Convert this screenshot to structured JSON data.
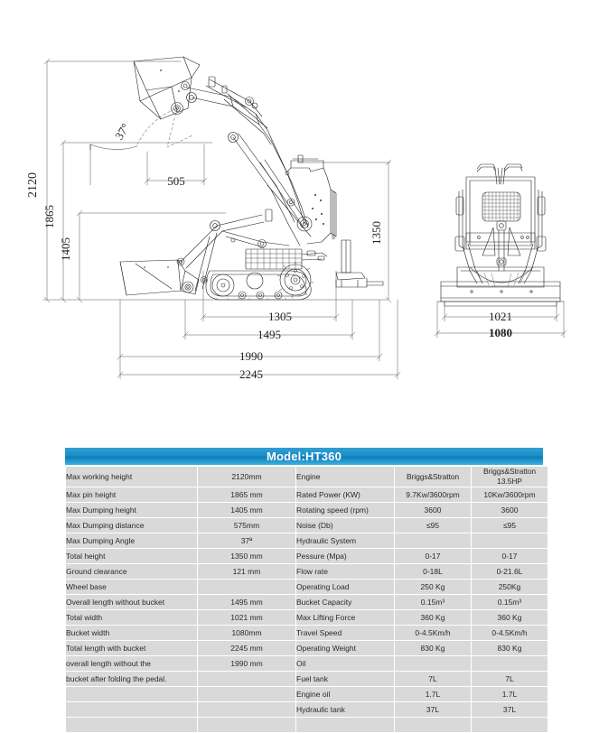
{
  "drawing": {
    "title": "mini-skid-steer-loader-dimensional-drawing",
    "views": [
      {
        "name": "side-view",
        "label": ""
      },
      {
        "name": "front-view",
        "label": ""
      }
    ],
    "dimensions": {
      "overall_height": "2120",
      "pin_height": "1865",
      "dumping_height": "1405",
      "dumping_distance": "505",
      "dumping_angle": "37°",
      "machine_height": "1350",
      "track_length": "1305",
      "length_without_bucket": "1495",
      "length_folded_pedal": "1990",
      "length_with_bucket": "2245",
      "total_width": "1021",
      "bucket_width": "1080"
    }
  },
  "spec_table": {
    "title": "Model:HT360",
    "left_rows": [
      {
        "label": "Max working height",
        "value": "2120mm"
      },
      {
        "label": "Max pin height",
        "value": "1865 mm"
      },
      {
        "label": "Max Dumping height",
        "value": "1405 mm"
      },
      {
        "label": "Max Dumping distance",
        "value": "575mm"
      },
      {
        "label": "Max Dumping Angle",
        "value": "37ª"
      },
      {
        "label": "Total height",
        "value": "1350 mm"
      },
      {
        "label": "Ground clearance",
        "value": "121 mm"
      },
      {
        "label": "Wheel base",
        "value": ""
      },
      {
        "label": "Overall length without bucket",
        "value": "1495 mm"
      },
      {
        "label": "Total width",
        "value": "1021 mm"
      },
      {
        "label": "Bucket width",
        "value": "1080mm"
      },
      {
        "label": "Total length with bucket",
        "value": "2245 mm"
      },
      {
        "label": "overall length  without the",
        "value": "1990 mm"
      },
      {
        "label": "bucket after  folding the pedal.",
        "value": ""
      },
      {
        "label": "",
        "value": ""
      },
      {
        "label": "",
        "value": ""
      },
      {
        "label": "",
        "value": ""
      }
    ],
    "right_rows": [
      {
        "label": "Engine",
        "col1": "Briggs&Stratton",
        "col2": "Briggs&Stratton 13.5HP",
        "small": true
      },
      {
        "label": "Rated Power (KW)",
        "col1": "9.7Kw/3600rpm",
        "col2": "10Kw/3600rpm"
      },
      {
        "label": "Rotating speed (rpm)",
        "col1": "3600",
        "col2": "3600"
      },
      {
        "label": "Noise (Db)",
        "col1": "≤95",
        "col2": "≤95"
      },
      {
        "label": "Hydraulic System",
        "col1": "",
        "col2": ""
      },
      {
        "label": "Pessure (Mpa)",
        "col1": "0-17",
        "col2": "0-17"
      },
      {
        "label": "Flow rate",
        "col1": "0-18L",
        "col2": "0-21.6L"
      },
      {
        "label": "Operating Load",
        "col1": "250 Kg",
        "col2": "250Kg"
      },
      {
        "label": "Bucket Capacity",
        "col1": "0.15m³",
        "col2": "0.15m³"
      },
      {
        "label": "Max Lifting Force",
        "col1": "360 Kg",
        "col2": "360 Kg"
      },
      {
        "label": "Travel Speed",
        "col1": "0-4.5Km/h",
        "col2": "0-4.5Km/h"
      },
      {
        "label": "Operating Weight",
        "col1": "830 Kg",
        "col2": "830 Kg"
      },
      {
        "label": "Oil",
        "col1": "",
        "col2": ""
      },
      {
        "label": "Fuel tank",
        "col1": "7L",
        "col2": "7L"
      },
      {
        "label": "Engine oil",
        "col1": "1.7L",
        "col2": "1.7L"
      },
      {
        "label": "Hydraulic tank",
        "col1": "37L",
        "col2": "37L"
      }
    ]
  },
  "colors": {
    "header_blue": "#1e8dc8",
    "cell_gray": "#d9d9d9",
    "line": "#1a1a1a"
  }
}
